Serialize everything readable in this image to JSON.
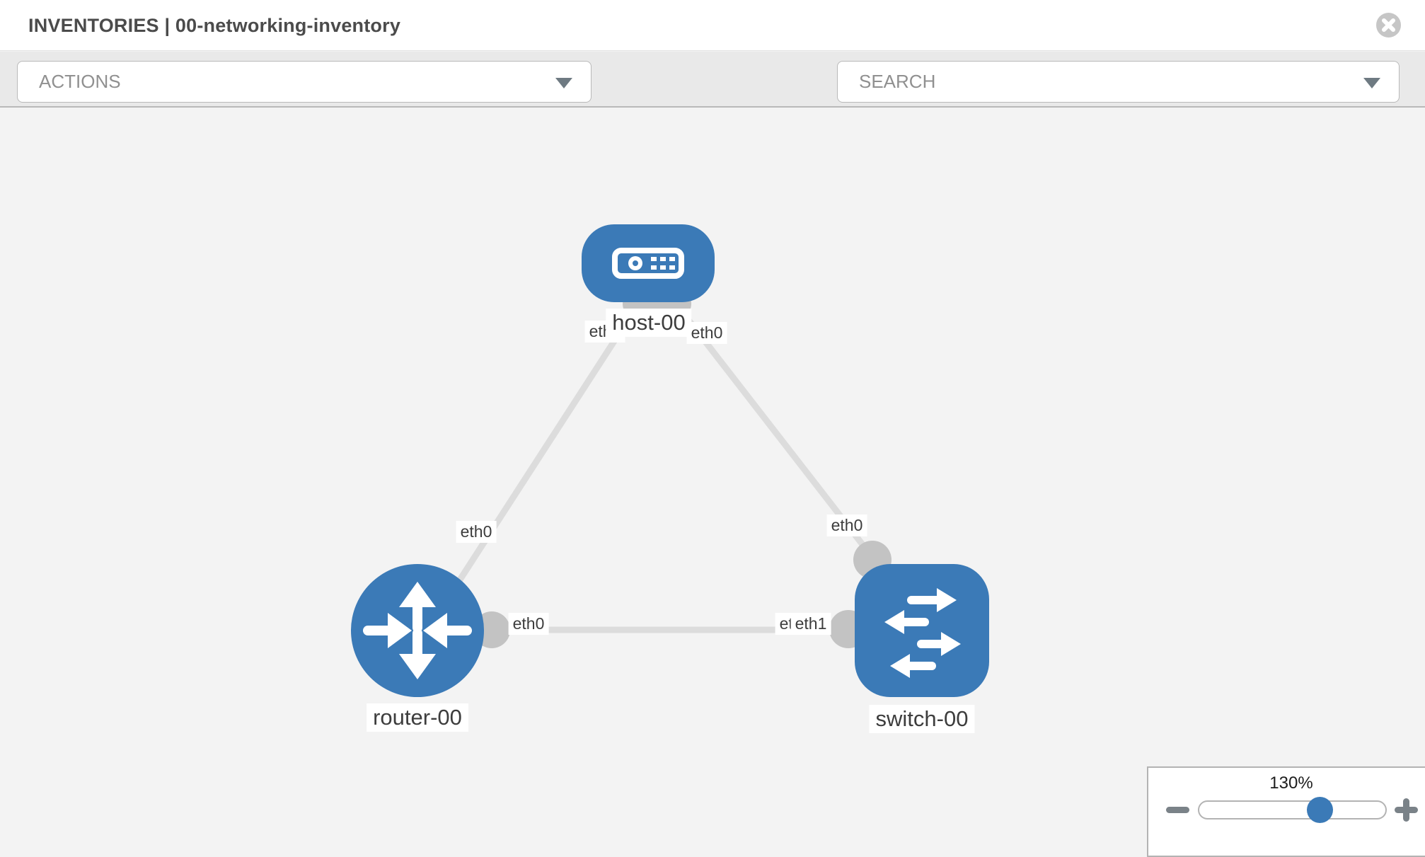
{
  "header": {
    "title": "INVENTORIES | 00-networking-inventory"
  },
  "toolbar": {
    "actions_label": "ACTIONS",
    "search_label": "SEARCH",
    "icons": [
      "wrench-icon",
      "key-icon"
    ]
  },
  "topology": {
    "nodes": [
      {
        "label": "host-00",
        "type": "host"
      },
      {
        "label": "router-00",
        "type": "router"
      },
      {
        "label": "switch-00",
        "type": "switch"
      }
    ],
    "links": [
      {
        "source": "host-00",
        "target": "router-00",
        "source_port": "eth0",
        "target_port": "eth0"
      },
      {
        "source": "host-00",
        "target": "switch-00",
        "source_port": "eth0",
        "target_port": "eth0"
      },
      {
        "source": "router-00",
        "target": "switch-00",
        "source_port": "eth0",
        "target_port": "eth1",
        "target_port_obscured": "eth0"
      }
    ]
  },
  "zoom_control": {
    "value": "130%"
  },
  "colors": {
    "node_blue": "#3b7ab7",
    "link_gray": "#dcdcdc",
    "endpoint_gray": "#c3c3c3",
    "toolbar_icon_gray": "#6e7a82"
  }
}
